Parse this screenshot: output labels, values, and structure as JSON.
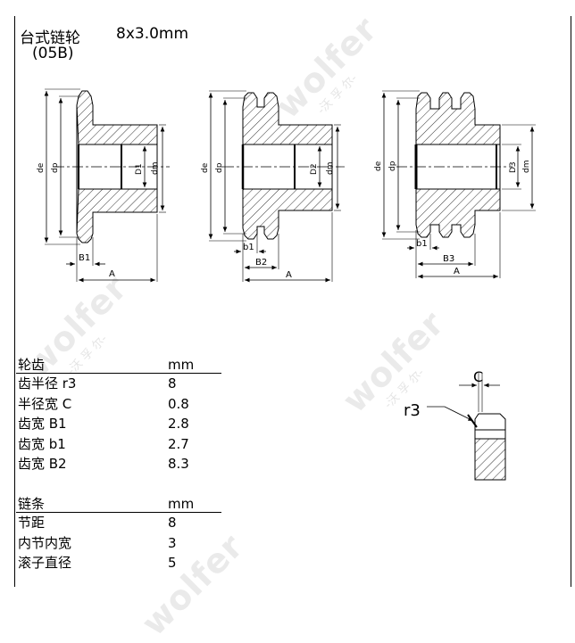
{
  "title": {
    "name": "台式链轮",
    "spec": "8x3.0mm",
    "code": "(05B)"
  },
  "watermark": {
    "brand": "wolfer",
    "sub": "-沃 孚 尔-"
  },
  "diagram_labels": {
    "de": "de",
    "dp": "dp",
    "dm": "dm",
    "D1": "D1",
    "D2": "D2",
    "D3": "D3",
    "B1": "B1",
    "B2": "B2",
    "B3": "B3",
    "b1": "b1",
    "A": "A",
    "C": "C",
    "r3": "r3"
  },
  "tooth_table": {
    "header": {
      "label": "轮齿",
      "unit": "mm"
    },
    "rows": [
      {
        "label": "齿半径 r3",
        "value": "8"
      },
      {
        "label": "半径宽 C",
        "value": "0.8"
      },
      {
        "label": "齿宽 B1",
        "value": "2.8"
      },
      {
        "label": "齿宽 b1",
        "value": "2.7"
      },
      {
        "label": "齿宽 B2",
        "value": "8.3"
      }
    ]
  },
  "chain_table": {
    "header": {
      "label": "链条",
      "unit": "mm"
    },
    "rows": [
      {
        "label": "节距",
        "value": "8"
      },
      {
        "label": "内节内宽",
        "value": "3"
      },
      {
        "label": "滚子直径",
        "value": "5"
      }
    ]
  },
  "colors": {
    "line": "#000000",
    "watermark": "#d9d9d9"
  }
}
